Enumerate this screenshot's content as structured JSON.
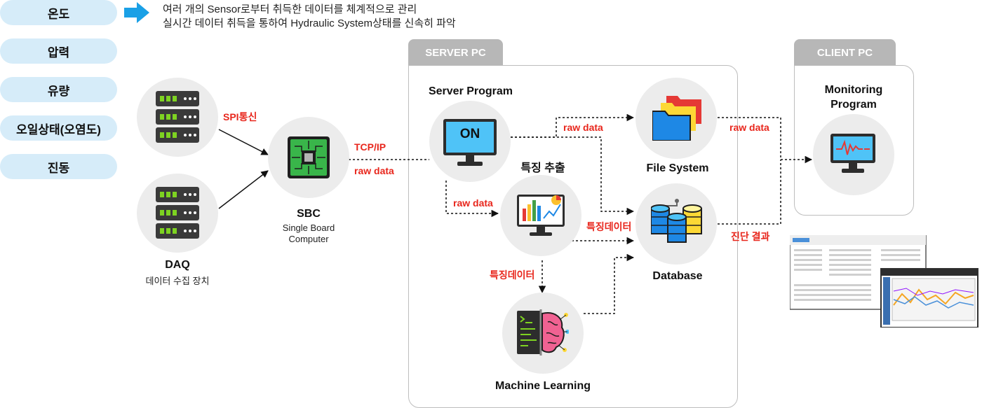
{
  "sensors": [
    "온도",
    "압력",
    "유량",
    "오일상태(오염도)",
    "진동"
  ],
  "description": [
    "여러 개의 Sensor로부터 취득한 데이터를 체계적으로 관리",
    "실시간 데이터 취득을 통하여 Hydraulic System상태를 신속히 파악"
  ],
  "daq": {
    "title": "DAQ",
    "subtitle": "데이터 수집 장치"
  },
  "sbc": {
    "title": "SBC",
    "subtitle_1": "Single Board",
    "subtitle_2": "Computer"
  },
  "links": {
    "spi": "SPI통신",
    "tcpip": "TCP/IP",
    "raw1": "raw data",
    "raw2": "raw data",
    "raw3": "raw data",
    "raw4": "raw data",
    "feature1": "특징데이터",
    "feature2": "특징데이터",
    "diagnosis": "진단 결과"
  },
  "server": {
    "tab": "SERVER PC",
    "program": "Server Program",
    "on_label": "ON",
    "feature_extract": "특징 추출",
    "file_system": "File System",
    "database": "Database",
    "machine_learning": "Machine Learning"
  },
  "client": {
    "tab": "CLIENT PC",
    "program_1": "Monitoring",
    "program_2": "Program"
  },
  "colors": {
    "pill_bg": "#d6ecf9",
    "arrow_blue": "#1aa0e6",
    "highlight_red": "#e8261c",
    "tab_gray": "#b7b7b7",
    "circle_gray": "#ececec"
  }
}
